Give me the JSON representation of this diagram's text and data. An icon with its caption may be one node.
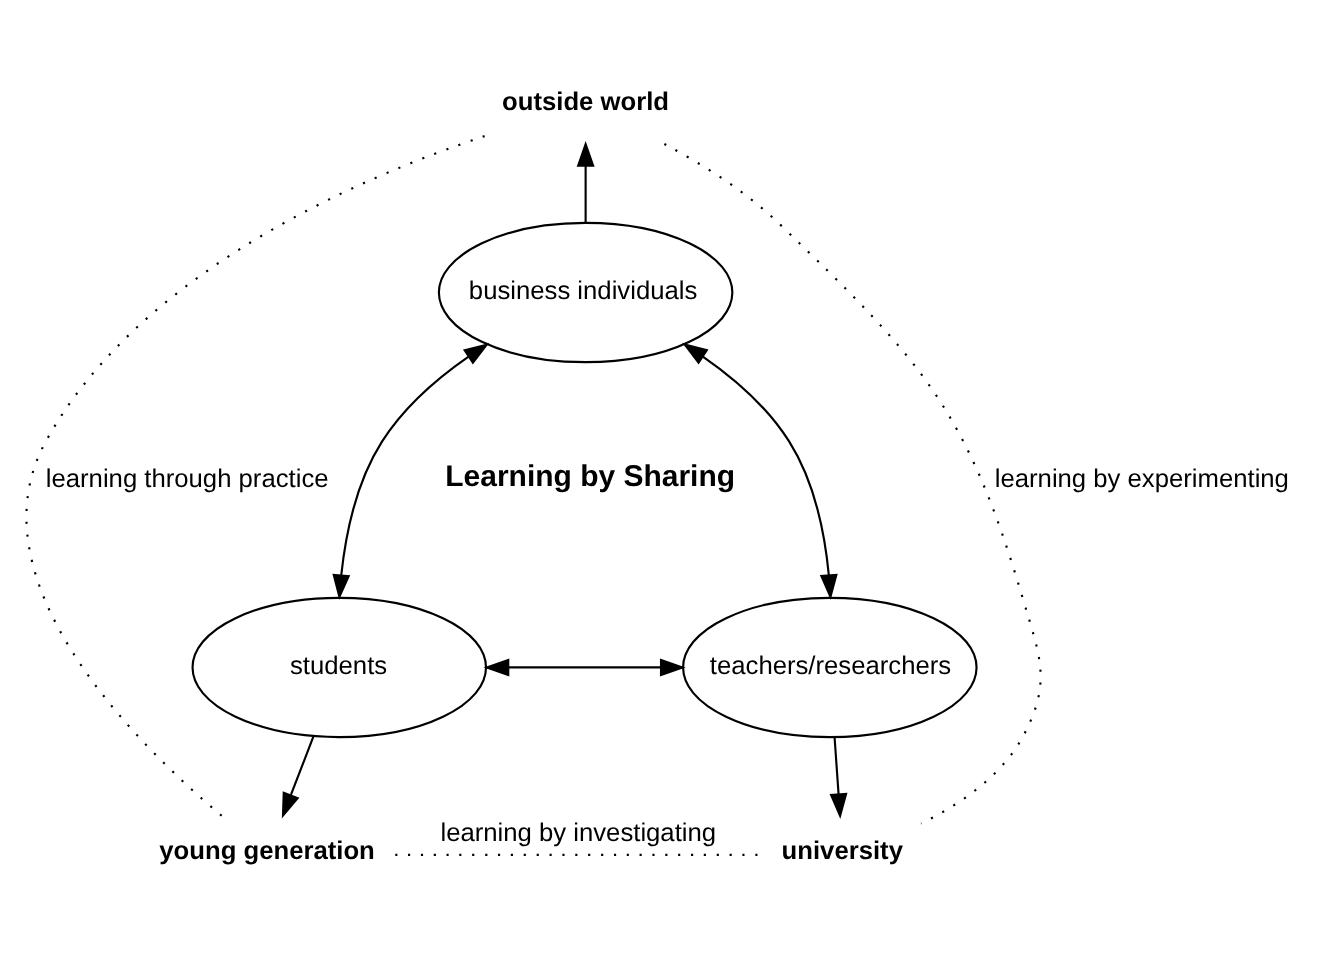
{
  "diagram": {
    "nodes": [
      {
        "text": [
          "outside world"
        ]
      },
      {
        "text": [
          "business individuals"
        ]
      },
      {
        "text": [
          "students"
        ]
      },
      {
        "text": [
          "teachers/researchers"
        ]
      },
      {
        "text": [
          "young generation"
        ]
      },
      {
        "text": [
          "university"
        ]
      }
    ],
    "edges": [
      {
        "from": 1,
        "to": 0,
        "arrow": "to"
      },
      {
        "from": 1,
        "to": 2,
        "arrow": "both"
      },
      {
        "from": 1,
        "to": 3,
        "arrow": "both"
      },
      {
        "from": 2,
        "to": 3,
        "arrow": "both"
      },
      {
        "from": 2,
        "to": 4,
        "arrow": "to"
      },
      {
        "from": 3,
        "to": 5,
        "arrow": "to"
      },
      {
        "from": 0,
        "to": 4,
        "arrow": "none",
        "style": "dashed",
        "label": "learning through practice"
      },
      {
        "from": 0,
        "to": 5,
        "arrow": "none",
        "style": "dashed",
        "label": "learning by experimenting"
      },
      {
        "from": 4,
        "to": 5,
        "arrow": "none",
        "style": "dashed",
        "label": "learning by investigating"
      }
    ],
    "labels": [
      "Learning by Sharing"
    ]
  }
}
